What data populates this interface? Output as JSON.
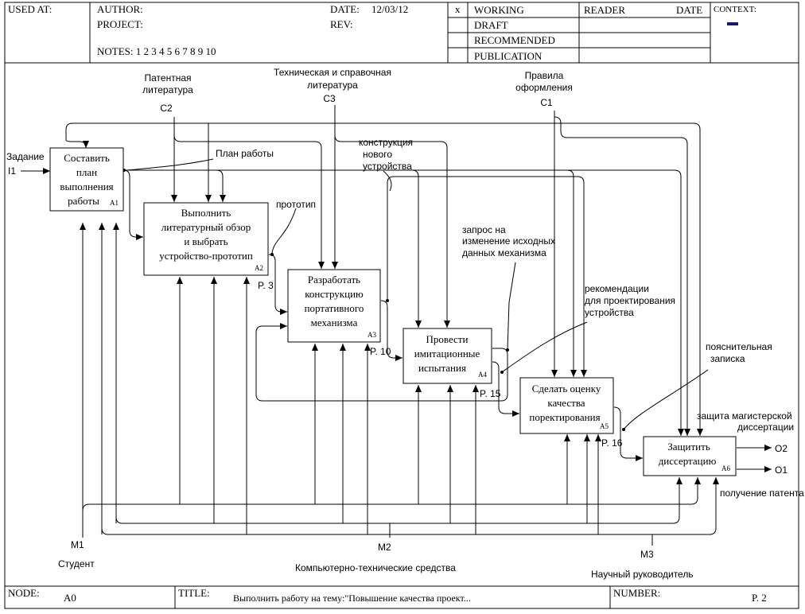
{
  "header": {
    "used_at": "USED AT:",
    "author": "AUTHOR:",
    "project": "PROJECT:",
    "notes": "NOTES:  1  2  3  4  5  6  7  8  9  10",
    "date_label": "DATE:",
    "date_value": "12/03/12",
    "rev_label": "REV:",
    "working_mark": "x",
    "working": "WORKING",
    "draft": "DRAFT",
    "recommended": "RECOMMENDED",
    "publication": "PUBLICATION",
    "reader": "READER",
    "reader_date": "DATE",
    "context": "CONTEXT:"
  },
  "footer": {
    "node_label": "NODE:",
    "node_value": "A0",
    "title_label": "TITLE:",
    "title_value": "Выполнить работу на тему:\"Повышение качества  проект...",
    "number_label": "NUMBER:",
    "number_value": "P. 2"
  },
  "boxes": [
    {
      "lines": [
        "Составить",
        "план",
        "выполнения",
        "работы"
      ],
      "num": "A1"
    },
    {
      "lines": [
        "Выполнить",
        "литературный обзор",
        "и выбрать",
        "устройство-прототип"
      ],
      "num": "A2"
    },
    {
      "lines": [
        "Разработать",
        "конструкцию",
        "портативного",
        "механизма"
      ],
      "num": "A3"
    },
    {
      "lines": [
        "Провести",
        "имитационные",
        "испытания"
      ],
      "num": "A4"
    },
    {
      "lines": [
        "Сделать оценку",
        "качества",
        "поректи­рования"
      ],
      "num": "A5"
    },
    {
      "lines": [
        "Защитить",
        "диссертацию"
      ],
      "num": "A6"
    }
  ],
  "labels": {
    "c2": [
      "Патентная",
      "литература",
      "C2"
    ],
    "c3": [
      "Техническая и справочная",
      "литература",
      "C3"
    ],
    "c1": [
      "Правила",
      "оформления",
      "C1"
    ],
    "i1": [
      "Задание",
      "I1"
    ],
    "plan": "План работы",
    "prototype": "прототип",
    "construction": [
      "конструкция",
      "нового",
      "устройства"
    ],
    "request": [
      "запрос на",
      "изменение исходных",
      "данных механизма"
    ],
    "recommend": [
      "рекомендации",
      "для проектирования",
      "устройства"
    ],
    "note": [
      "пояснительная",
      "записка"
    ],
    "o2": [
      "защита магистерской",
      "диссертации",
      "O2"
    ],
    "o1": [
      "получение патента",
      "O1"
    ],
    "m1": [
      "M1",
      "Студент"
    ],
    "m2": [
      "M2",
      "Компьютерно-технические средства"
    ],
    "m3": [
      "M3",
      "Научный руководитель"
    ],
    "p3": "P. 3",
    "p10": "P. 10",
    "p15": "P. 15",
    "p16": "P. 16"
  }
}
